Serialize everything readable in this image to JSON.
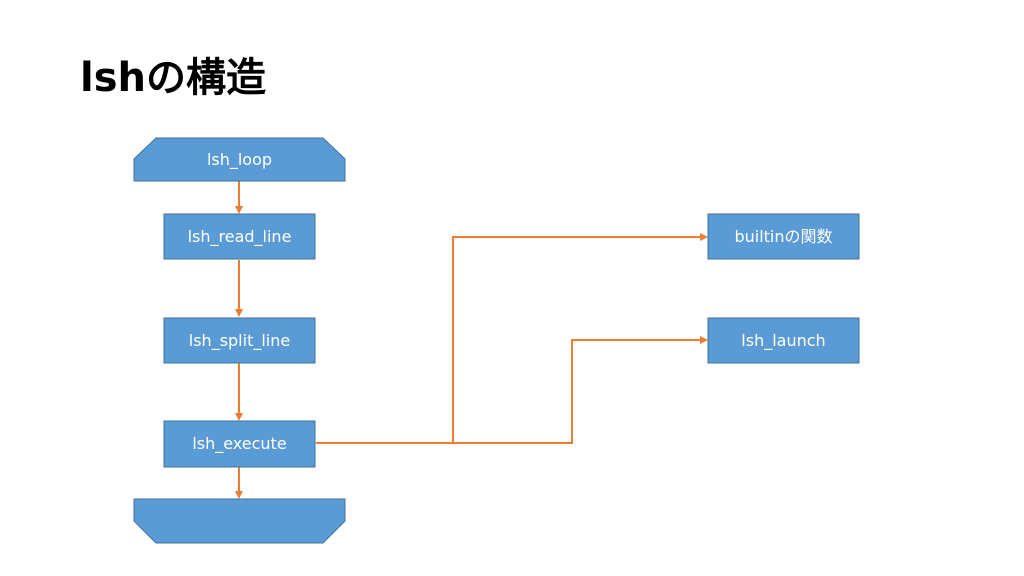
{
  "title": "lshの構造",
  "colors": {
    "box_fill": "#5b9bd5",
    "box_stroke": "#41719c",
    "connector": "#ed7d31",
    "text": "#ffffff"
  },
  "nodes": {
    "loop_start": "lsh_loop",
    "read_line": "lsh_read_line",
    "split_line": "lsh_split_line",
    "execute": "lsh_execute",
    "builtin": "builtinの関数",
    "launch": "lsh_launch",
    "loop_end": ""
  }
}
